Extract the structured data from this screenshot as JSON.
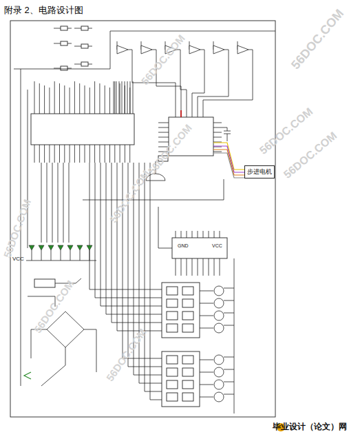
{
  "diagram": {
    "title": "附录 2、电路设计图",
    "nodes": [
      {
        "text": [
          "步进电机"
        ]
      }
    ],
    "labels": [
      "VCC",
      "GND",
      "VCC",
      "56DOC.COM",
      "56DOC.COM",
      "56DOC.COM",
      "56DOC.COM",
      "56DOC.COM",
      "56DOC.COM",
      "56DOC.COM",
      "56DOC.COM",
      "56DOC.COM",
      "毕业设计（论文）网"
    ]
  }
}
